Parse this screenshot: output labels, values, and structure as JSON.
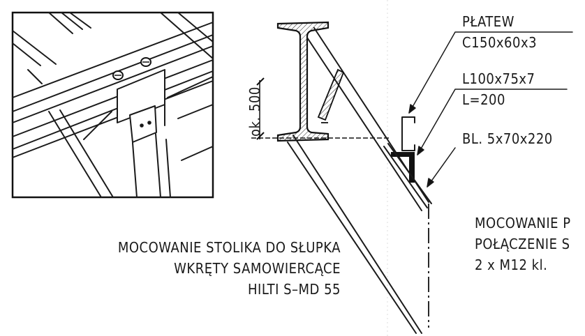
{
  "detail": {
    "purlin_label": "PŁATEW",
    "purlin_section": "C150x60x3",
    "angle_section": "L100x75x7",
    "angle_length": "L=200",
    "plate": "BL. 5x70x220",
    "dimension_value": "500",
    "dimension_prefix": "ok."
  },
  "notes": {
    "left": {
      "line1": "MOCOWANIE STOLIKA DO SŁUPKA",
      "line2": "WKRĘTY SAMOWIERCĄCE",
      "line3": "HILTI S–MD 55"
    },
    "right": {
      "line1": "MOCOWANIE P",
      "line2": "POŁĄCZENIE S",
      "line3": "2 x M12 kl."
    }
  }
}
